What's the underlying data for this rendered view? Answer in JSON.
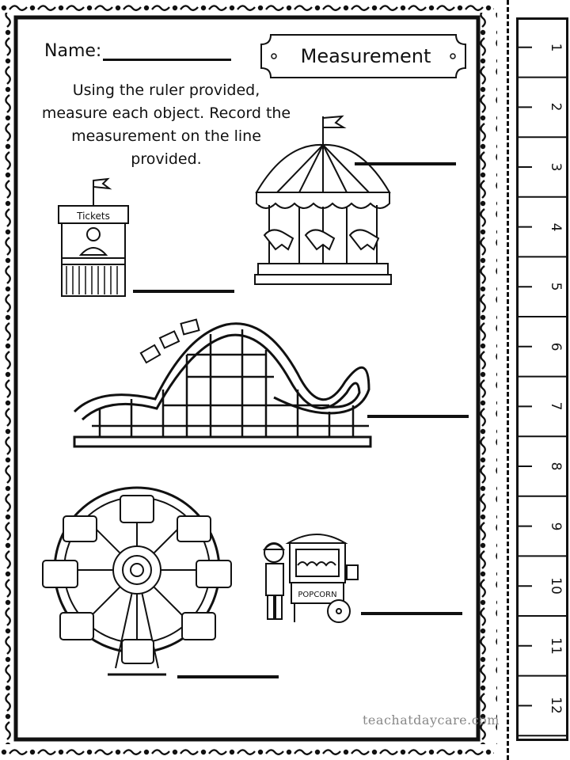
{
  "worksheet": {
    "title": "Measurement",
    "name_label": "Name:",
    "instructions": "Using the ruler provided, measure each object. Record the measurement on the line provided.",
    "credit": "teachatdaycare.com"
  },
  "pictures": {
    "ticket_booth_sign": "Tickets",
    "popcorn_cart_sign": "POPCORN"
  },
  "ruler": {
    "numbers": [
      "1",
      "2",
      "3",
      "4",
      "5",
      "6",
      "7",
      "8",
      "9",
      "10",
      "11",
      "12"
    ]
  },
  "icons": [
    "ticket-booth-icon",
    "carousel-icon",
    "roller-coaster-icon",
    "ferris-wheel-icon",
    "popcorn-cart-icon"
  ]
}
